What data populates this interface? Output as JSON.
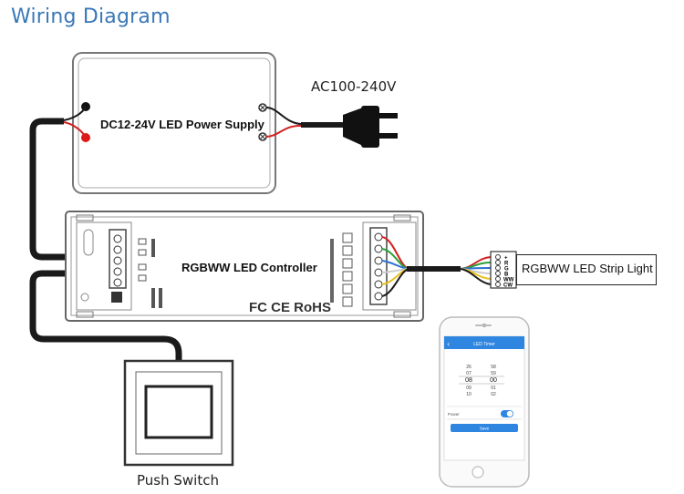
{
  "title": "Wiring Diagram",
  "labels": {
    "power_supply": "DC12-24V LED Power Supply",
    "ac_input": "AC100-240V",
    "controller": "RGBWW LED Controller",
    "certifications": "FC CE RoHS",
    "strip": "RGBWW LED Strip Light",
    "push_switch": "Push Switch"
  },
  "strip_pins": [
    "+",
    "R",
    "G",
    "B",
    "WW",
    "CW"
  ],
  "colors": {
    "title": "#3a78b8",
    "wire_black": "#1a1a1a",
    "wire_red": "#d42020",
    "wire_green": "#2e9e3a",
    "wire_blue": "#2a6fd0",
    "wire_yellow": "#e8c020",
    "wire_white": "#cccccc",
    "app_header": "#2f86e0"
  },
  "phone": {
    "header_title": "LED Timer",
    "time_picker_rows": [
      [
        "26",
        "58"
      ],
      [
        "07",
        "59"
      ],
      [
        "08",
        "00"
      ],
      [
        "09",
        "01"
      ],
      [
        "10",
        "02"
      ]
    ],
    "setting_label": "Power",
    "button_label": "Save"
  }
}
